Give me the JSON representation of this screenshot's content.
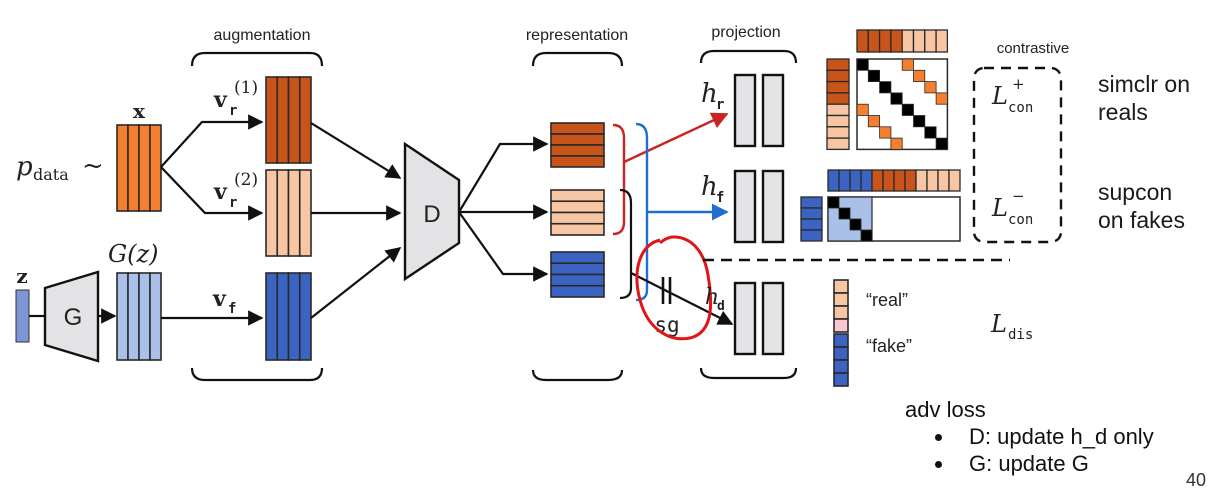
{
  "labels": {
    "augmentation": "augmentation",
    "representation": "representation",
    "projection": "projection",
    "contrastive": "contrastive"
  },
  "math": {
    "p_data": "p",
    "p_data_sub": "data",
    "tilde": "~",
    "x": "x",
    "z": "z",
    "Gz": "G(z)",
    "G": "G",
    "D": "D",
    "vr": "v",
    "vr_sub": "r",
    "vr1_sup": "(1)",
    "vr2_sup": "(2)",
    "vf": "v",
    "vf_sub": "f",
    "h": "h",
    "hr_sub": "r",
    "hf_sub": "f",
    "hd_sub": "d",
    "sg": "sg",
    "L": "L",
    "con_sub": "con",
    "plus": "+",
    "minus": "−",
    "dis_sub": "dis"
  },
  "legend": {
    "real": "“real”",
    "fake": "“fake”"
  },
  "side_notes": {
    "simclr": [
      "simclr on",
      "reals"
    ],
    "supcon": [
      "supcon",
      "on fakes"
    ]
  },
  "adv_loss": {
    "title": "adv loss",
    "items": [
      "D: update h_d only",
      "G: update G"
    ]
  },
  "page_number": "40",
  "colors": {
    "orange": "#f47f2f",
    "dark_orange": "#c9541a",
    "peach": "#f8c6a3",
    "blue": "#3a63c2",
    "light_blue": "#a9c0e8",
    "gray": "#e3e3e5",
    "red": "#cc2222",
    "link_blue": "#1f6fd0",
    "annot_red": "#e01515"
  }
}
